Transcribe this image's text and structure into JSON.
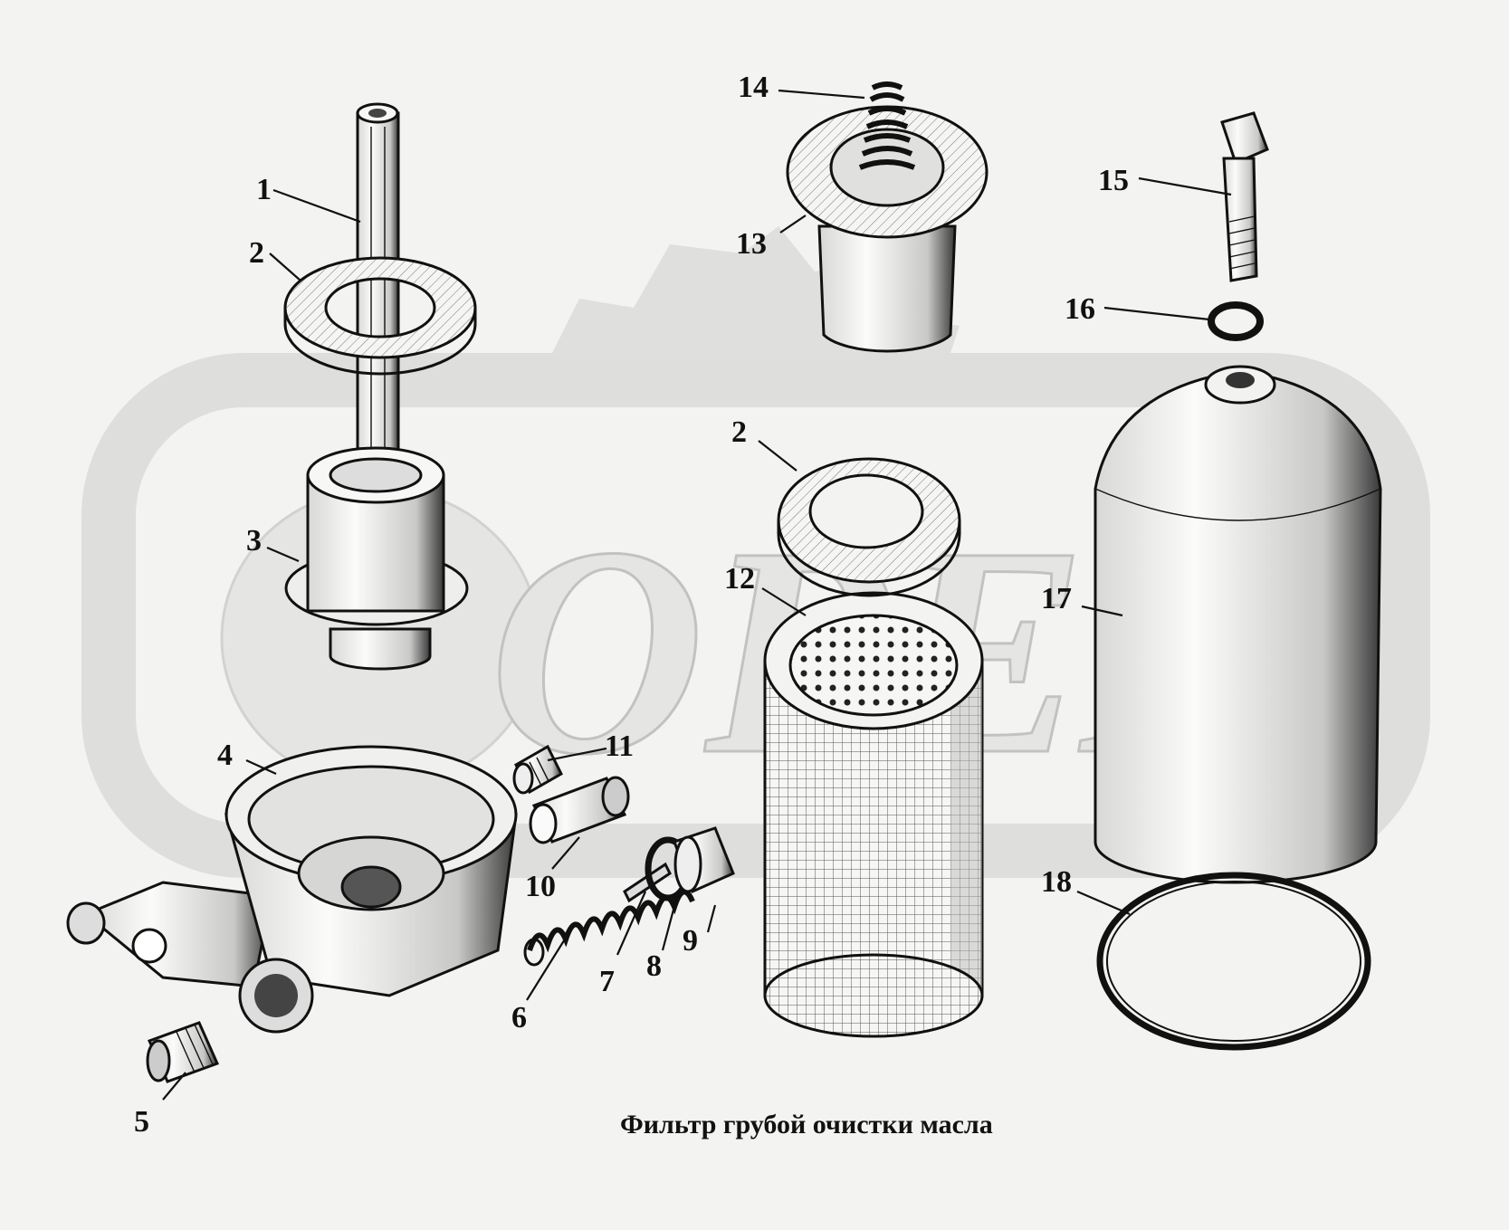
{
  "caption": "Фильтр грубой очистки масла",
  "watermark": "OPEX",
  "callouts": [
    {
      "id": "c1",
      "text": "1"
    },
    {
      "id": "c2a",
      "text": "2"
    },
    {
      "id": "c3",
      "text": "3"
    },
    {
      "id": "c4",
      "text": "4"
    },
    {
      "id": "c5",
      "text": "5"
    },
    {
      "id": "c6",
      "text": "6"
    },
    {
      "id": "c7",
      "text": "7"
    },
    {
      "id": "c8",
      "text": "8"
    },
    {
      "id": "c9",
      "text": "9"
    },
    {
      "id": "c10",
      "text": "10"
    },
    {
      "id": "c11",
      "text": "11"
    },
    {
      "id": "c12",
      "text": "12"
    },
    {
      "id": "c13",
      "text": "13"
    },
    {
      "id": "c14",
      "text": "14"
    },
    {
      "id": "c15",
      "text": "15"
    },
    {
      "id": "c16",
      "text": "16"
    },
    {
      "id": "c17",
      "text": "17"
    },
    {
      "id": "c18",
      "text": "18"
    },
    {
      "id": "c2b",
      "text": "2"
    }
  ],
  "colors": {
    "background": "#f3f3f1",
    "watermark": "#dcdcda",
    "ink": "#111111",
    "part_fill": "#f7f7f5",
    "hatch": "#e6e6e4"
  }
}
